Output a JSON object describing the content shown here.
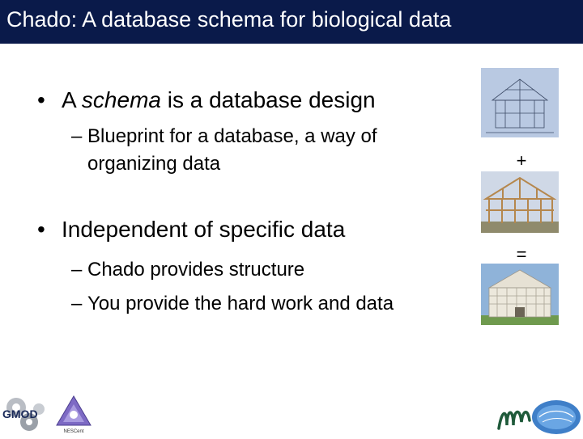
{
  "title": "Chado: A database schema for biological data",
  "bullets": [
    {
      "pre": "A ",
      "em": "schema",
      "post": " is a database design",
      "subs": [
        {
          "line1": "Blueprint for a database, a way of",
          "line2": "organizing data"
        }
      ]
    },
    {
      "text": "Independent of specific data",
      "subs": [
        {
          "line1": "Chado provides structure"
        },
        {
          "line1": "You provide the hard work and data"
        }
      ]
    }
  ],
  "symbols": {
    "bullet": "•",
    "dash": "–",
    "plus": "+",
    "equals": "="
  },
  "logos": {
    "gmod": "GMOD",
    "nescent": "NESCent"
  },
  "colors": {
    "title_bg": "#0a1a4a",
    "title_text": "#ffffff"
  }
}
